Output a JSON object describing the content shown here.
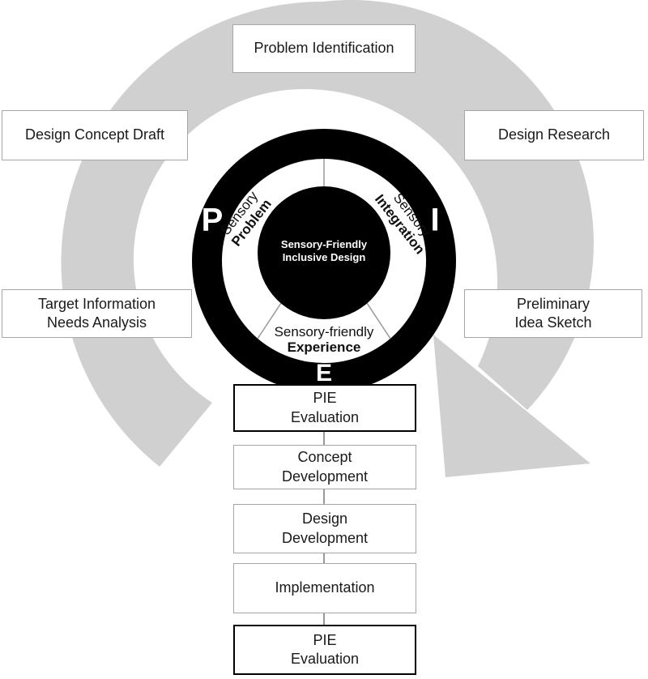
{
  "ring": {
    "p": "P",
    "i": "I",
    "e": "E",
    "problem": [
      "Sensory",
      "Problem"
    ],
    "integration": [
      "Sensory",
      "Integration"
    ],
    "experience": [
      "Sensory-friendly",
      "Experience"
    ],
    "center": [
      "Sensory-Friendly",
      "Inclusive Design"
    ]
  },
  "side_boxes": {
    "problem_identification": [
      "Problem Identification"
    ],
    "design_concept_draft": [
      "Design Concept Draft"
    ],
    "design_research": [
      "Design Research"
    ],
    "target_information_needs_analysis": [
      "Target Information",
      "Needs Analysis"
    ],
    "preliminary_idea_sketch": [
      "Preliminary",
      "Idea Sketch"
    ]
  },
  "flow_boxes": {
    "pie_evaluation_top": [
      "PIE",
      "Evaluation"
    ],
    "concept_development": [
      "Concept",
      "Development"
    ],
    "design_development": [
      "Design",
      "Development"
    ],
    "implementation": [
      "Implementation"
    ],
    "pie_evaluation_bottom": [
      "PIE",
      "Evaluation"
    ]
  },
  "colors": {
    "cycle_arrow_gray": "#d0d0d0",
    "ring_black": "#000000",
    "ring_text_white": "#ffffff",
    "box_border_gray": "#a6a6a6",
    "strong_box_border": "#000000",
    "divider_gray": "#999999",
    "text": "#1a1a1a"
  }
}
